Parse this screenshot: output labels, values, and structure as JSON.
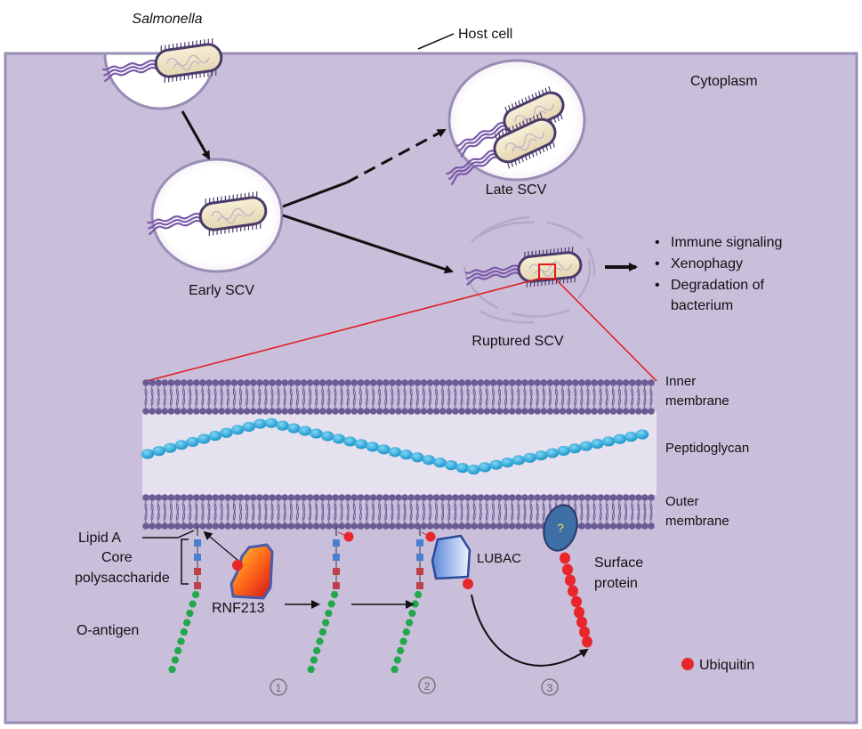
{
  "labels": {
    "salmonella": "Salmonella",
    "host_cell": "Host cell",
    "cytoplasm": "Cytoplasm",
    "early_scv": "Early SCV",
    "late_scv": "Late SCV",
    "ruptured_scv": "Ruptured SCV",
    "inner_membrane_1": "Inner",
    "inner_membrane_2": "membrane",
    "peptidoglycan": "Peptidoglycan",
    "outer_membrane_1": "Outer",
    "outer_membrane_2": "membrane",
    "lipid_a": "Lipid A",
    "core_poly_1": "Core",
    "core_poly_2": "polysaccharide",
    "o_antigen": "O-antigen",
    "rnf213": "RNF213",
    "lubac": "LUBAC",
    "surface_protein_1": "Surface",
    "surface_protein_2": "protein",
    "unknown_mark": "?",
    "ubiquitin": "Ubiquitin",
    "step_1": "1",
    "step_2": "2",
    "step_3": "3"
  },
  "outcomes": [
    "Immune signaling",
    "Xenophagy",
    "Degradation of",
    "bacterium"
  ],
  "colors": {
    "cytoplasm": "#c9bfdb",
    "cell_border": "#9a8db5",
    "lipid_head": "#6b5b95",
    "peptidoglycan_bg": "#e6e1ee",
    "peptidoglycan_bead": "#2aa7dc",
    "ubiquitin": "#e8262b",
    "o_antigen": "#22a84a",
    "core_blue": "#4a7fd0",
    "core_red": "#c0404a",
    "bacterium_body": "#f1e6c8",
    "bacterium_outline": "#4a3a6a",
    "flagella": "#7a5aa8",
    "connector_line": "#e01b1b"
  }
}
